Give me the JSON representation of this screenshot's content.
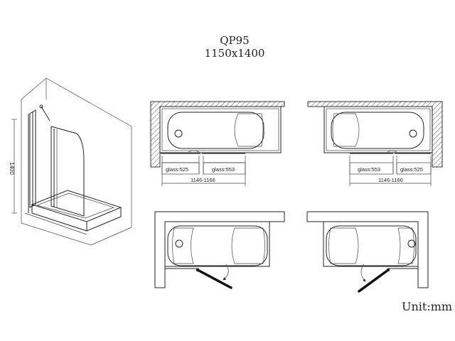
{
  "header": {
    "model": "QP95",
    "size": "1150x1400"
  },
  "perspective": {
    "height_label": "1400"
  },
  "plan_top_left": {
    "glass_left": "glass:525",
    "glass_right": "glass:553",
    "range": "1146-1166"
  },
  "plan_top_right": {
    "glass_left": "glass:553",
    "glass_right": "glass:525",
    "range": "1146-1166"
  },
  "footer": {
    "unit": "Unit:mm"
  }
}
